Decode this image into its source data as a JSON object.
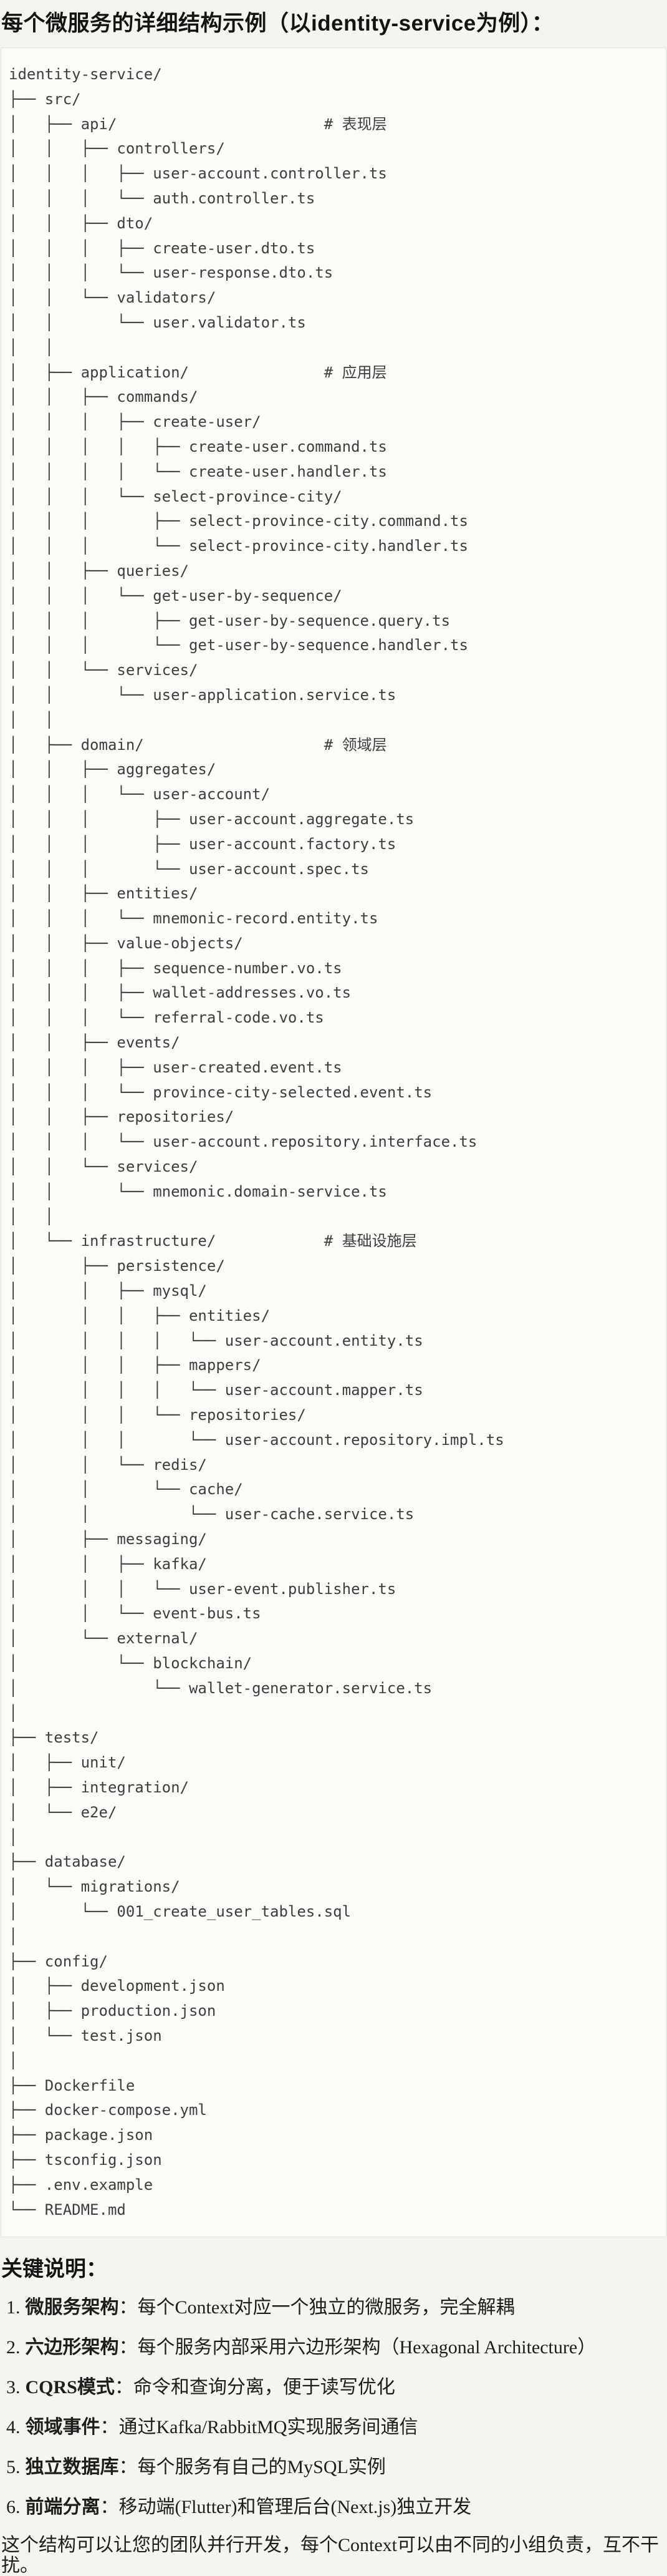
{
  "title": "每个微服务的详细结构示例（以identity-service为例）：",
  "code_block": {
    "tree_lines": [
      "identity-service/",
      "├── src/",
      "│   ├── api/                       # 表现层",
      "│   │   ├── controllers/",
      "│   │   │   ├── user-account.controller.ts",
      "│   │   │   └── auth.controller.ts",
      "│   │   ├── dto/",
      "│   │   │   ├── create-user.dto.ts",
      "│   │   │   └── user-response.dto.ts",
      "│   │   └── validators/",
      "│   │       └── user.validator.ts",
      "│   │",
      "│   ├── application/               # 应用层",
      "│   │   ├── commands/",
      "│   │   │   ├── create-user/",
      "│   │   │   │   ├── create-user.command.ts",
      "│   │   │   │   └── create-user.handler.ts",
      "│   │   │   └── select-province-city/",
      "│   │   │       ├── select-province-city.command.ts",
      "│   │   │       └── select-province-city.handler.ts",
      "│   │   ├── queries/",
      "│   │   │   └── get-user-by-sequence/",
      "│   │   │       ├── get-user-by-sequence.query.ts",
      "│   │   │       └── get-user-by-sequence.handler.ts",
      "│   │   └── services/",
      "│   │       └── user-application.service.ts",
      "│   │",
      "│   ├── domain/                    # 领域层",
      "│   │   ├── aggregates/",
      "│   │   │   └── user-account/",
      "│   │   │       ├── user-account.aggregate.ts",
      "│   │   │       ├── user-account.factory.ts",
      "│   │   │       └── user-account.spec.ts",
      "│   │   ├── entities/",
      "│   │   │   └── mnemonic-record.entity.ts",
      "│   │   ├── value-objects/",
      "│   │   │   ├── sequence-number.vo.ts",
      "│   │   │   ├── wallet-addresses.vo.ts",
      "│   │   │   └── referral-code.vo.ts",
      "│   │   ├── events/",
      "│   │   │   ├── user-created.event.ts",
      "│   │   │   └── province-city-selected.event.ts",
      "│   │   ├── repositories/",
      "│   │   │   └── user-account.repository.interface.ts",
      "│   │   └── services/",
      "│   │       └── mnemonic.domain-service.ts",
      "│   │",
      "│   └── infrastructure/            # 基础设施层",
      "│       ├── persistence/",
      "│       │   ├── mysql/",
      "│       │   │   ├── entities/",
      "│       │   │   │   └── user-account.entity.ts",
      "│       │   │   ├── mappers/",
      "│       │   │   │   └── user-account.mapper.ts",
      "│       │   │   └── repositories/",
      "│       │   │       └── user-account.repository.impl.ts",
      "│       │   └── redis/",
      "│       │       └── cache/",
      "│       │           └── user-cache.service.ts",
      "│       ├── messaging/",
      "│       │   ├── kafka/",
      "│       │   │   └── user-event.publisher.ts",
      "│       │   └── event-bus.ts",
      "│       └── external/",
      "│           └── blockchain/",
      "│               └── wallet-generator.service.ts",
      "│",
      "├── tests/",
      "│   ├── unit/",
      "│   ├── integration/",
      "│   └── e2e/",
      "│",
      "├── database/",
      "│   └── migrations/",
      "│       └── 001_create_user_tables.sql",
      "│",
      "├── config/",
      "│   ├── development.json",
      "│   ├── production.json",
      "│   └── test.json",
      "│",
      "├── Dockerfile",
      "├── docker-compose.yml",
      "├── package.json",
      "├── tsconfig.json",
      "├── .env.example",
      "└── README.md"
    ]
  },
  "notes": {
    "heading": "关键说明：",
    "items": [
      {
        "num": "1.",
        "label": "微服务架构",
        "text": "：每个Context对应一个独立的微服务，完全解耦"
      },
      {
        "num": "2.",
        "label": "六边形架构",
        "text": "：每个服务内部采用六边形架构（Hexagonal Architecture）"
      },
      {
        "num": "3.",
        "label": "CQRS模式",
        "text": "：命令和查询分离，便于读写优化"
      },
      {
        "num": "4.",
        "label": "领域事件",
        "text": "：通过Kafka/RabbitMQ实现服务间通信"
      },
      {
        "num": "5.",
        "label": "独立数据库",
        "text": "：每个服务有自己的MySQL实例"
      },
      {
        "num": "6.",
        "label": "前端分离",
        "text": "：移动端(Flutter)和管理后台(Next.js)独立开发"
      }
    ],
    "footer": "这个结构可以让您的团队并行开发，每个Context可以由不同的小组负责，互不干扰。"
  },
  "colors": {
    "page_bg": "#f5f4ef",
    "code_bg": "#fbfbf8",
    "code_border": "#e3e1da",
    "code_text": "#3c3e40",
    "heading_text": "#131313",
    "body_text": "#1d1d1d"
  }
}
